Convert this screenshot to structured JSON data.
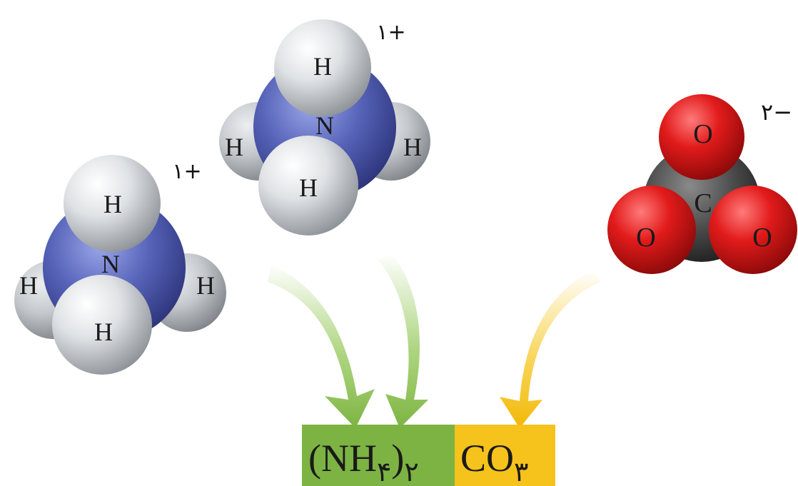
{
  "ammonium_top": {
    "atoms": {
      "h_top": "H",
      "h_left": "H",
      "h_right": "H",
      "h_bottom": "H",
      "center": "N"
    },
    "charge": "۱+"
  },
  "ammonium_left": {
    "atoms": {
      "h_top": "H",
      "h_left": "H",
      "h_right": "H",
      "h_bottom": "H",
      "center": "N"
    },
    "charge": "۱+"
  },
  "carbonate": {
    "atoms": {
      "o_top": "O",
      "o_left": "O",
      "o_right": "O",
      "center": "C"
    },
    "charge": "۲−"
  },
  "formula": {
    "cation_part": "(NH",
    "cation_subscript": "۴",
    "cation_close": ")",
    "cation_count": "۲",
    "anion_part": "CO",
    "anion_subscript": "۳"
  },
  "colors": {
    "nitrogen": "#4a56a8",
    "hydrogen": "#dcdfe2",
    "carbon": "#4a4a4a",
    "oxygen": "#d81818",
    "cation_box": "#7cb342",
    "anion_box": "#f6c21c",
    "green_arrow": "#8bc34a",
    "yellow_arrow": "#f5c518"
  }
}
